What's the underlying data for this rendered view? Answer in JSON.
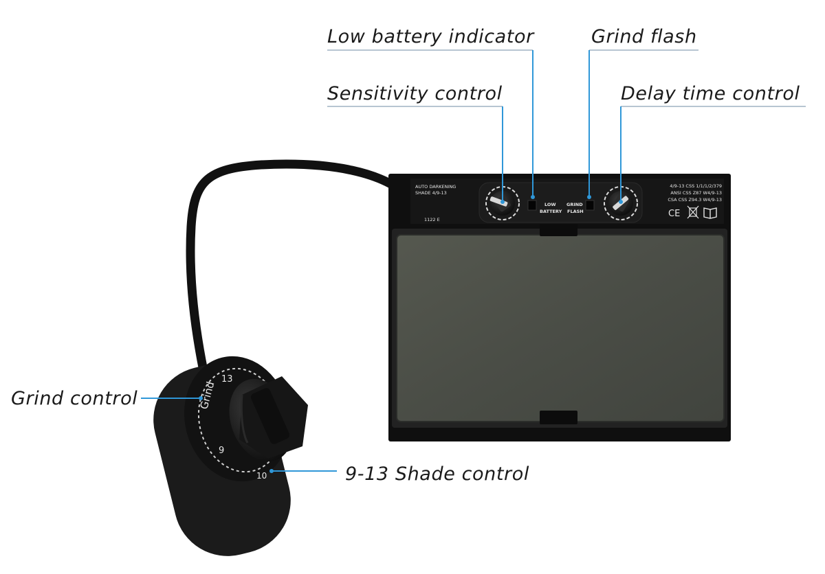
{
  "callouts": {
    "low_battery_indicator": "Low battery indicator",
    "grind_flash": "Grind flash",
    "sensitivity_control": "Sensitivity control",
    "delay_time_control": "Delay time control",
    "grind_control": "Grind control",
    "shade_control": "9-13 Shade control"
  },
  "filter_panel": {
    "brand_line1": "AUTO DARKENING",
    "brand_line2": "SHADE 4/9-13",
    "model": "1122 E",
    "low_label": "LOW",
    "battery_label": "BATTERY",
    "grind_label": "GRIND",
    "flash_label": "FLASH",
    "spec_line1": "4/9-13 CSS 1/1/1/2/379",
    "spec_line2": "ANSI CSS Z87 W4/9-13",
    "spec_line3": "CSA CSS Z94.3 W4/9-13",
    "cert_marks": "CE"
  },
  "remote_knob": {
    "grind_label": "Grind",
    "mark_13": "13",
    "mark_9": "9",
    "mark_10": "10"
  },
  "colors": {
    "leader_line": "#2f97d8",
    "panel": "#111111",
    "lens": "#4a4d47"
  }
}
